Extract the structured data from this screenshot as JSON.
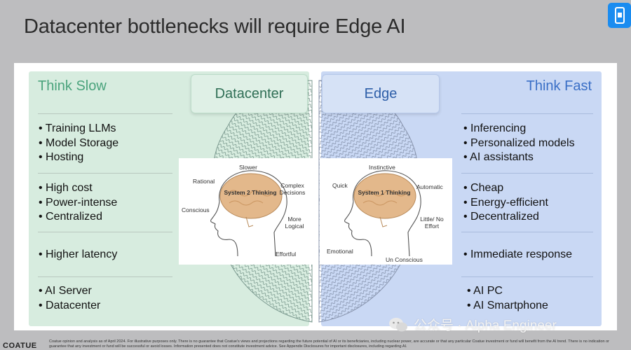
{
  "title": "Datacenter bottlenecks will require Edge AI",
  "left": {
    "heading": "Think Slow",
    "tab": "Datacenter",
    "groups": [
      [
        "Training LLMs",
        "Model Storage",
        "Hosting"
      ],
      [
        "High cost",
        "Power-intense",
        "Centralized"
      ],
      [
        "Higher latency"
      ],
      [
        "AI Server",
        "Datacenter"
      ]
    ]
  },
  "right": {
    "heading": "Think Fast",
    "tab": "Edge",
    "groups": [
      [
        "Inferencing",
        "Personalized models",
        "AI assistants"
      ],
      [
        "Cheap",
        "Energy-efficient",
        "Decentralized"
      ],
      [
        "Immediate response"
      ],
      [
        "AI PC",
        "AI Smartphone"
      ]
    ]
  },
  "system2": {
    "center": "System 2 Thinking",
    "labels": [
      "Slower",
      "Rational",
      "Complex Decisions",
      "Conscious",
      "More Logical",
      "Effortful"
    ]
  },
  "system1": {
    "center": "System 1 Thinking",
    "labels": [
      "Instinctive",
      "Quick",
      "Automatic",
      "Little/ No Effort",
      "Emotional",
      "Un Conscious"
    ]
  },
  "footer": {
    "logo": "COATUE",
    "disclaimer": "Coatue opinion and analysis as of April 2024. For illustrative purposes only. There is no guarantee that Coatue's views and projections regarding the future potential of AI or its beneficiaries, including nuclear power, are accurate or that any particular Coatue investment or fund will benefit from the AI trend. There is no indication or guarantee that any investment or fund will be successful or avoid losses. Information presented does not constitute investment advice. See Appendix Disclosures for important disclosures, including regarding AI."
  },
  "watermark": "公众号 · Alpha Engineer",
  "colors": {
    "green_panel": "#d7ecdf",
    "blue_panel": "#c9d8f4",
    "think_slow": "#4aa37c",
    "think_fast": "#3a6fc6"
  }
}
